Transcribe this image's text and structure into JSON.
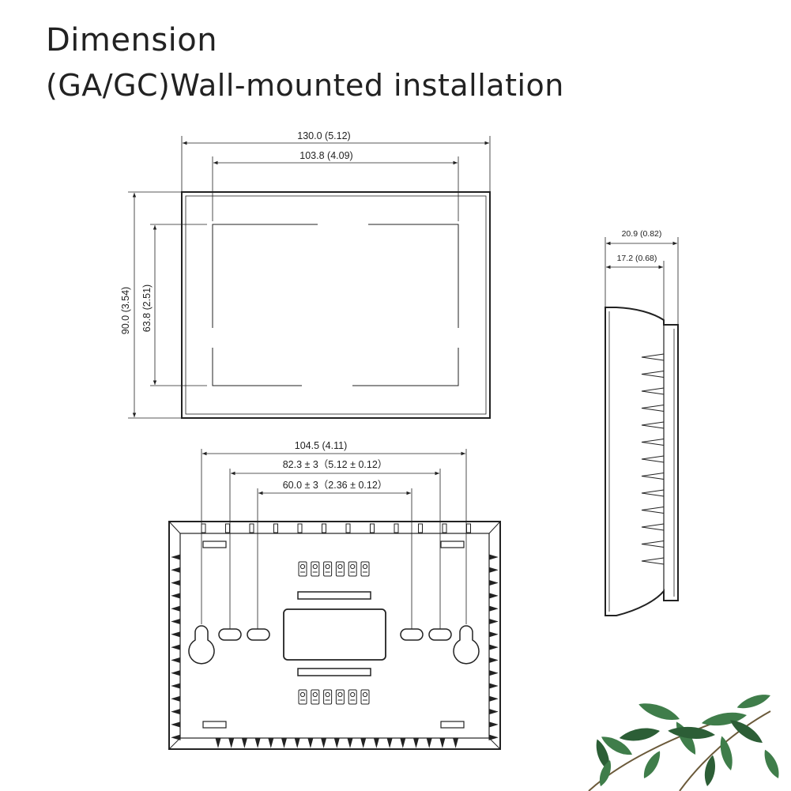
{
  "title": "Dimension",
  "subtitle": "(GA/GC)Wall-mounted installation",
  "front_view": {
    "overall_width": "130.0 (5.12)",
    "inner_width": "103.8 (4.09)",
    "overall_height": "90.0 (3.54)",
    "inner_height": "63.8 (2.51)"
  },
  "side_view": {
    "overall_depth": "20.9 (0.82)",
    "body_depth": "17.2 (0.68)"
  },
  "back_view": {
    "mount_outer": "104.5 (4.11)",
    "mount_middle": "82.3 ± 3（5.12 ± 0.12）",
    "mount_inner": "60.0 ± 3（2.36 ± 0.12）"
  },
  "colors": {
    "line": "#222222",
    "leaf": "#3f7d4a",
    "leaf_dark": "#2c5e36"
  },
  "decoration": "plant-leaves"
}
